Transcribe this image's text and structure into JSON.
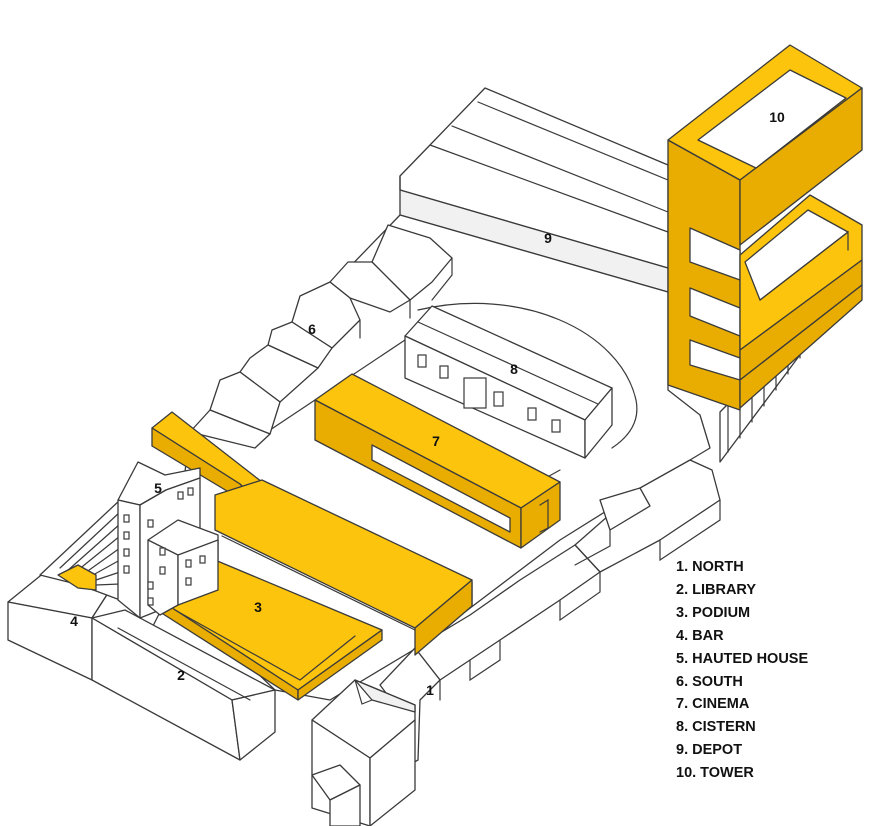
{
  "labels": {
    "b1": "1",
    "b2": "2",
    "b3": "3",
    "b4": "4",
    "b5": "5",
    "b6": "6",
    "b7": "7",
    "b8": "8",
    "b9": "9",
    "b10": "10"
  },
  "legend": [
    "1. NORTH",
    "2. LIBRARY",
    "3. PODIUM",
    "4. BAR",
    "5. HAUTED HOUSE",
    "6. SOUTH",
    "7. CINEMA",
    "8. CISTERN",
    "9. DEPOT",
    "10. TOWER"
  ],
  "colors": {
    "highlight": "#fcc40d",
    "outline": "#3a3a3a",
    "background": "#ffffff"
  }
}
